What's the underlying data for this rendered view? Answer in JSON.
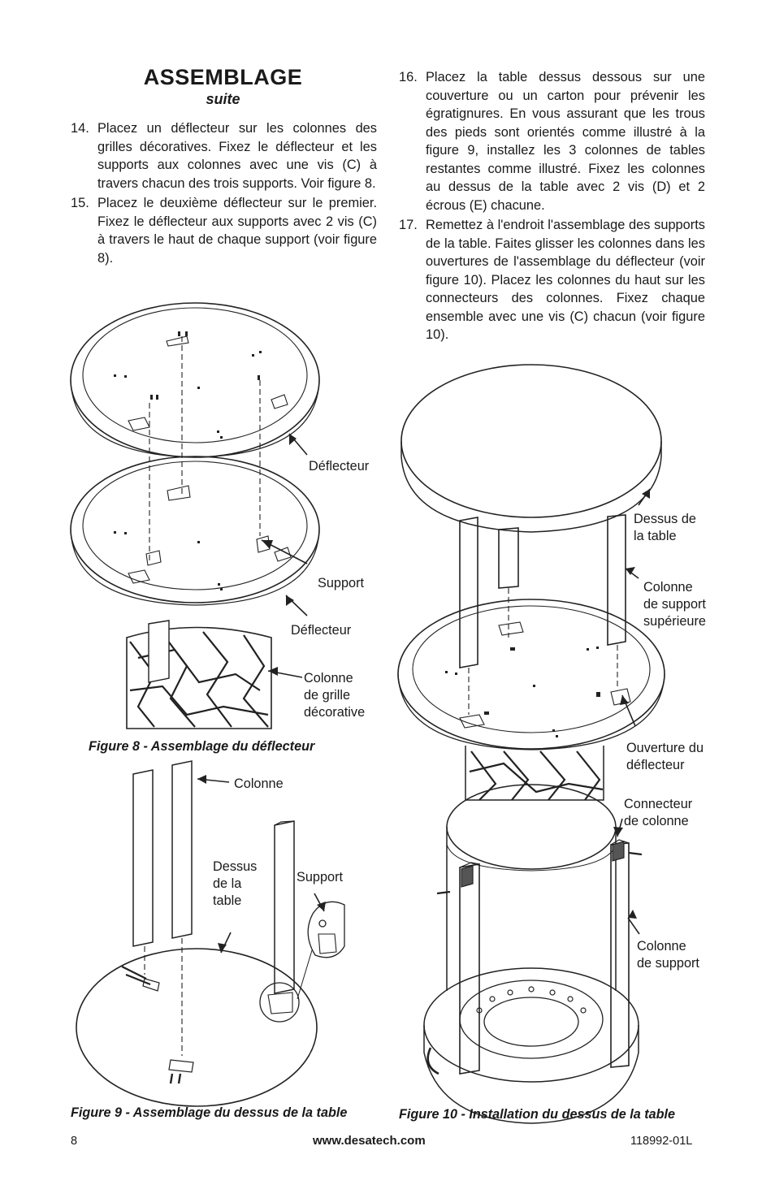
{
  "section": {
    "title": "ASSEMBLAGE",
    "subtitle": "suite"
  },
  "steps_left": [
    {
      "num": "14.",
      "text": "Placez un déflecteur sur les colonnes des grilles décoratives. Fixez le déflecteur et les supports aux colonnes avec une vis (C) à travers chacun des trois supports. Voir figure 8."
    },
    {
      "num": "15.",
      "text": "Placez le deuxième déflecteur sur le premier. Fixez le déflecteur aux supports avec 2 vis (C) à travers le haut de chaque support (voir figure 8)."
    }
  ],
  "steps_right": [
    {
      "num": "16.",
      "text": "Placez la table dessus dessous sur une couverture ou un carton pour prévenir les égratignures. En vous assurant que les trous des pieds sont orientés comme illustré à la figure 9, installez les 3 colonnes de tables restantes comme illustré. Fixez les colonnes au dessus de la table avec 2 vis (D) et 2 écrous (E) chacune."
    },
    {
      "num": "17.",
      "text": "Remettez à l'endroit l'assemblage des supports de la table. Faites glisser les colonnes dans les ouvertures de l'assemblage du déflecteur (voir figure 10). Placez les colonnes du haut sur les connecteurs des colonnes. Fixez chaque ensemble avec une vis (C) chacun (voir figure 10)."
    }
  ],
  "figure8": {
    "caption": "Figure 8 - Assemblage du déflecteur",
    "labels": {
      "deflector_top": "Déflecteur",
      "support": "Support",
      "deflector_bottom": "Déflecteur",
      "grille_column": "Colonne\nde grille\ndécorative"
    }
  },
  "figure9": {
    "caption": "Figure 9 - Assemblage du dessus de la table",
    "labels": {
      "column": "Colonne",
      "table_top": "Dessus\nde la\ntable",
      "support": "Support"
    }
  },
  "figure10": {
    "caption": "Figure 10 - Installation du dessus de la table",
    "labels": {
      "table_top": "Dessus de\nla table",
      "upper_column": "Colonne\nde support\nsupérieure",
      "deflector_opening": "Ouverture du\ndéflecteur",
      "column_connector": "Connecteur\nde colonne",
      "support_column": "Colonne\nde support"
    }
  },
  "footer": {
    "page_number": "8",
    "url": "www.desatech.com",
    "doc_number": "118992-01L"
  }
}
